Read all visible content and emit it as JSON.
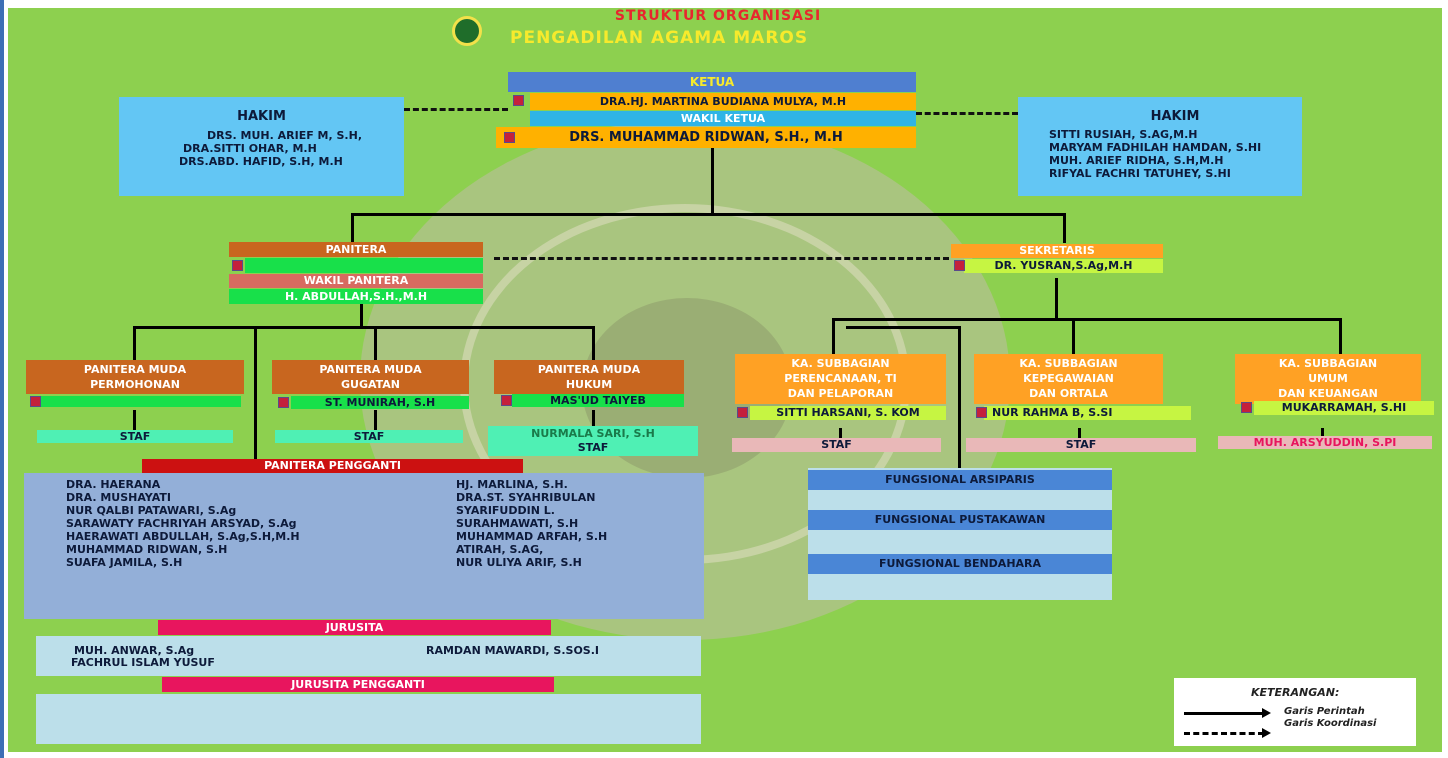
{
  "header": {
    "title_line1": "STRUKTUR ORGANISASI",
    "title_line2": "PENGADILAN AGAMA MAROS"
  },
  "ketua": {
    "label": "KETUA",
    "name": "DRA.HJ. MARTINA BUDIANA MULYA, M.H"
  },
  "wakil_ketua": {
    "label": "WAKIL KETUA",
    "name": "DRS. MUHAMMAD RIDWAN, S.H., M.H"
  },
  "hakim_left": {
    "title": "HAKIM",
    "names": [
      "DRS. MUH. ARIEF M, S.H,",
      "DRA.SITTI OHAR, M.H",
      "DRS.ABD. HAFID, S.H, M.H"
    ]
  },
  "hakim_right": {
    "title": "HAKIM",
    "names": [
      "SITTI RUSIAH, S.AG,M.H",
      "MARYAM FADHILAH HAMDAN, S.HI",
      "MUH. ARIEF RIDHA, S.H,M.H",
      "RIFYAL FACHRI TATUHEY, S.HI"
    ]
  },
  "panitera": {
    "label": "PANITERA",
    "name": ""
  },
  "wakil_panitera": {
    "label": "WAKIL PANITERA",
    "name": "H. ABDULLAH,S.H.,M.H"
  },
  "sekretaris": {
    "label": "SEKRETARIS",
    "name": "DR. YUSRAN,S.Ag,M.H"
  },
  "pm_permohonan": {
    "label_line1": "PANITERA MUDA",
    "label_line2": "PERMOHONAN",
    "name": "",
    "staf": "STAF"
  },
  "pm_gugatan": {
    "label_line1": "PANITERA MUDA",
    "label_line2": "GUGATAN",
    "name": "ST. MUNIRAH, S.H",
    "staf": "STAF"
  },
  "pm_hukum": {
    "label_line1": "PANITERA MUDA",
    "label_line2": "HUKUM",
    "name": "MAS'UD TAIYEB",
    "staf_name": "NURMALA SARI, S.H",
    "staf": "STAF"
  },
  "sub_perencanaan": {
    "label_line1": "KA. SUBBAGIAN",
    "label_line2": "PERENCANAAN, TI",
    "label_line3": "DAN PELAPORAN",
    "name": "SITTI  HARSANI, S. KOM",
    "staf": "STAF"
  },
  "sub_kepegawaian": {
    "label_line1": "KA. SUBBAGIAN",
    "label_line2": "KEPEGAWAIAN",
    "label_line3": "DAN ORTALA",
    "name": "NUR RAHMA B, S.SI",
    "staf": "STAF"
  },
  "sub_umum": {
    "label_line1": "KA. SUBBAGIAN",
    "label_line2": "UMUM",
    "label_line3": "DAN KEUANGAN",
    "name": "MUKARRAMAH, S.HI",
    "staf": "MUH. ARSYUDDIN, S.PI"
  },
  "panitera_pengganti": {
    "label": "PANITERA PENGGANTI",
    "col1": [
      "DRA. HAERANA",
      "DRA. MUSHAYATI",
      "NUR QALBI PATAWARI, S.Ag",
      "SARAWATY FACHRIYAH ARSYAD, S.Ag",
      "HAERAWATI ABDULLAH, S.Ag,S.H,M.H",
      "MUHAMMAD RIDWAN, S.H",
      "SUAFA JAMILA, S.H"
    ],
    "col2": [
      "HJ. MARLINA, S.H.",
      "DRA.ST. SYAHRIBULAN",
      "SYARIFUDDIN  L.",
      "SURAHMAWATI, S.H",
      "MUHAMMAD ARFAH, S.H",
      "ATIRAH, S.AG,",
      "NUR ULIYA ARIF, S.H"
    ]
  },
  "fungsional": [
    "FUNGSIONAL ARSIPARIS",
    "FUNGSIONAL PUSTAKAWAN",
    "FUNGSIONAL BENDAHARA"
  ],
  "jurusita": {
    "label": "JURUSITA",
    "name1": "MUH. ANWAR, S.Ag",
    "name2": "FACHRUL ISLAM YUSUF",
    "name3": "RAMDAN MAWARDI, S.SOS.I"
  },
  "jurusita_pengganti": {
    "label": "JURUSITA PENGGANTI"
  },
  "legend": {
    "title": "KETERANGAN:",
    "solid": "Garis Perintah",
    "dashed": "Garis Koordinasi"
  },
  "colors": {
    "background": "#8dd04f",
    "hakim_box": "#63c6f4",
    "ketua_bar": "#4f7fd0",
    "name_bar": "#ffb100",
    "orange": "#c8661f",
    "bright_orange": "#ffa124",
    "green_bar": "#18e04a",
    "teal_staf": "#4ff0b4",
    "pink_staf": "#e9b8b8",
    "pengganti_box": "#93afd8",
    "red_bar": "#cc1111",
    "pink_bar": "#e8155e",
    "light_blue": "#bcdfea",
    "fungsional_bar": "#4a86d6"
  }
}
